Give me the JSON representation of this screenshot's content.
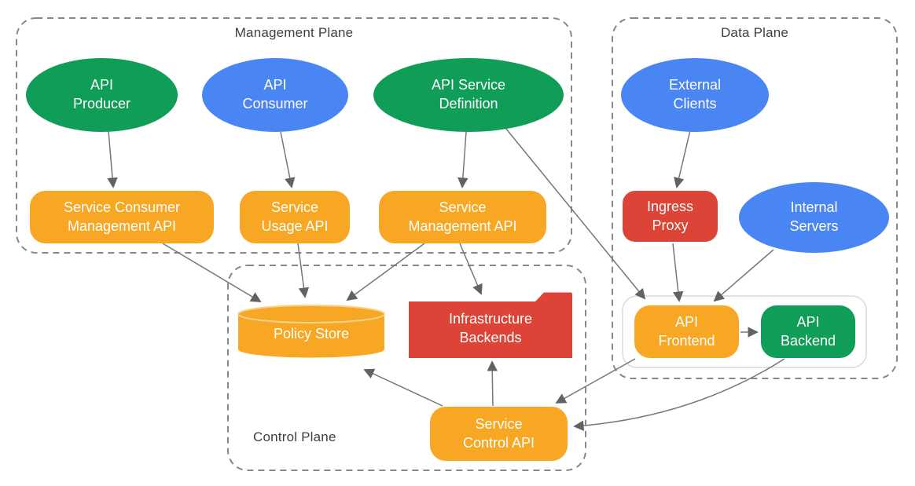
{
  "planes": {
    "management": "Management Plane",
    "data": "Data Plane",
    "control": "Control Plane"
  },
  "nodes": {
    "api_producer": "API\nProducer",
    "api_consumer": "API\nConsumer",
    "api_service_definition": "API Service\nDefinition",
    "external_clients": "External\nClients",
    "internal_servers": "Internal\nServers",
    "service_consumer_management_api": "Service Consumer\nManagement API",
    "service_usage_api": "Service\nUsage API",
    "service_management_api": "Service\nManagement API",
    "ingress_proxy": "Ingress\nProxy",
    "api_frontend": "API\nFrontend",
    "api_backend": "API\nBackend",
    "policy_store": "Policy Store",
    "infrastructure_backends": "Infrastructure\nBackends",
    "service_control_api": "Service\nControl API"
  },
  "edges": [
    {
      "from": "api-producer",
      "to": "service-consumer-management-api"
    },
    {
      "from": "api-consumer",
      "to": "service-usage-api"
    },
    {
      "from": "api-service-definition",
      "to": "service-management-api"
    },
    {
      "from": "api-service-definition",
      "to": "api-frontend"
    },
    {
      "from": "external-clients",
      "to": "ingress-proxy"
    },
    {
      "from": "ingress-proxy",
      "to": "api-frontend"
    },
    {
      "from": "internal-servers",
      "to": "api-frontend"
    },
    {
      "from": "api-frontend",
      "to": "api-backend"
    },
    {
      "from": "service-consumer-management-api",
      "to": "policy-store"
    },
    {
      "from": "service-usage-api",
      "to": "policy-store"
    },
    {
      "from": "service-management-api",
      "to": "policy-store"
    },
    {
      "from": "service-management-api",
      "to": "infrastructure-backends"
    },
    {
      "from": "service-control-api",
      "to": "policy-store"
    },
    {
      "from": "service-control-api",
      "to": "infrastructure-backends"
    },
    {
      "from": "api-frontend",
      "to": "service-control-api"
    },
    {
      "from": "api-backend",
      "to": "service-control-api"
    }
  ],
  "palette": {
    "green": "#0F9D58",
    "blue": "#4A85F4",
    "orange": "#F7A723",
    "red": "#DB4437",
    "node_text": "#FFFFFF",
    "plane_border": "#85898D",
    "plane_label_text": "#3C4043",
    "connector": "#73777B",
    "arrowhead": "#5F6368",
    "frontend_container_border": "#D8DADC"
  }
}
